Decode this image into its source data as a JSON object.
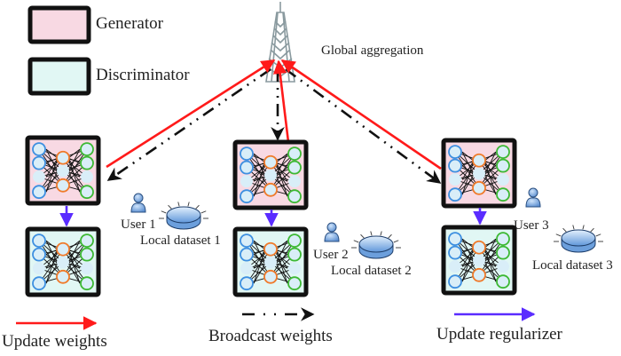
{
  "legend": {
    "generator": {
      "label": "Generator",
      "color": "#f8d9e3"
    },
    "discriminator": {
      "label": "Discriminator",
      "color": "#e1f7f4"
    }
  },
  "server": {
    "label": "Global aggregation",
    "icon": "cell-tower-icon"
  },
  "clients": [
    {
      "user_label": "User 1",
      "dataset_label": "Local dataset 1"
    },
    {
      "user_label": "User 2",
      "dataset_label": "Local dataset 2"
    },
    {
      "user_label": "User 3",
      "dataset_label": "Local dataset 3"
    }
  ],
  "arrow_legend": [
    {
      "label": "Update weights",
      "style": "solid",
      "color": "#ff1a1a"
    },
    {
      "label": "Broadcast weights",
      "style": "dash-dot",
      "color": "#111111"
    },
    {
      "label": "Update regularizer",
      "style": "solid",
      "color": "#5a2cff"
    }
  ],
  "colors": {
    "node_input": "#3d8fe0",
    "node_hidden": "#f07a2a",
    "node_output": "#3cb833",
    "node_fill": "#d9eef8",
    "frame": "#111111"
  }
}
